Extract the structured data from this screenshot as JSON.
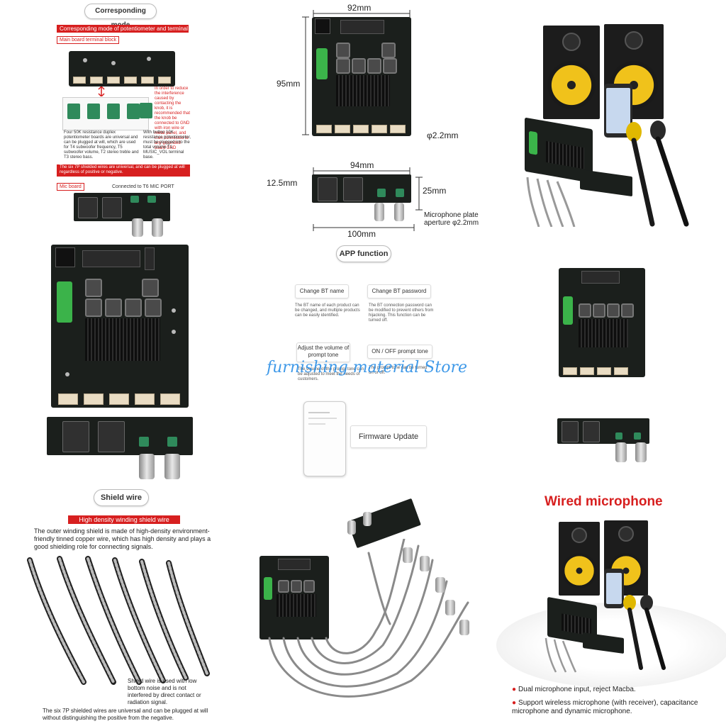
{
  "corresponding": {
    "title": "Corresponding mode",
    "bar_text": "Corresponding mode of potentiometer and terminal block",
    "main_label": "Main board terminal block",
    "note_text": "In order to reduce the interference caused by contacting the knob, it is recommended that the knob be connected to GND with iron wire or metal panel, and then connected to any grounded board GND",
    "left_desc": "Four 50K resistance duplex potentiometer boards are universal and can be plugged at will, which are used for T4 subwoofer frequency, T5 subwoofer volume, T2 stereo treble and T3 stereo bass.",
    "right_desc": "With button 10K resistance potentiometer, must be plugged into the total volume T1 MUSIC_VOL terminal base.",
    "shielded_note": "The six 7P shielded wires are universal, and can be plugged at will regardless of positive or negative.",
    "mic_label": "Mic board",
    "mic_connect": "Connected to T6 MIC PORT"
  },
  "dimensions": {
    "w1": "92mm",
    "h1": "95mm",
    "hole1": "φ2.2mm",
    "w2": "94mm",
    "h2": "12.5mm",
    "h3": "25mm",
    "w3": "100mm",
    "aperture": "Microphone plate aperture φ2.2mm"
  },
  "app": {
    "title": "APP function",
    "items": [
      {
        "label": "Change BT name",
        "desc": "The BT name of each product can be changed, and multiple products can be easily identified."
      },
      {
        "label": "Change BT password",
        "desc": "The BT connection password can be modified to prevent others from hijacking. This function can be turned off."
      },
      {
        "label": "Adjust the volume of prompt tone",
        "desc": "The volume of the prompt tone can be adjusted to meet the needs of customers."
      },
      {
        "label": "ON / OFF prompt tone",
        "desc": "The prompt tone can be turned on or off."
      }
    ],
    "firmware": "Firmware Update"
  },
  "watermark": "furnishing material Store",
  "shield": {
    "title": "Shield wire",
    "bar": "High density winding shield wire",
    "desc": "The outer winding shield is made of high-density environment-friendly tinned copper wire, which has high density and plays a good shielding role for connecting signals.",
    "note1": "Shield wire is used with low bottom noise and is not interfered by direct contact or radiation signal.",
    "note2": "The six 7P shielded wires are universal and can be plugged at will without distinguishing the positive from the negative."
  },
  "wired": {
    "title": "Wired microphone",
    "bullets": [
      "Dual microphone input, reject Macba.",
      "Support wireless microphone (with receiver), capacitance microphone and dynamic microphone."
    ]
  },
  "colors": {
    "accent": "#d71f1f",
    "watermark": "#1e88e5",
    "pcb": "#1b1f1c"
  }
}
